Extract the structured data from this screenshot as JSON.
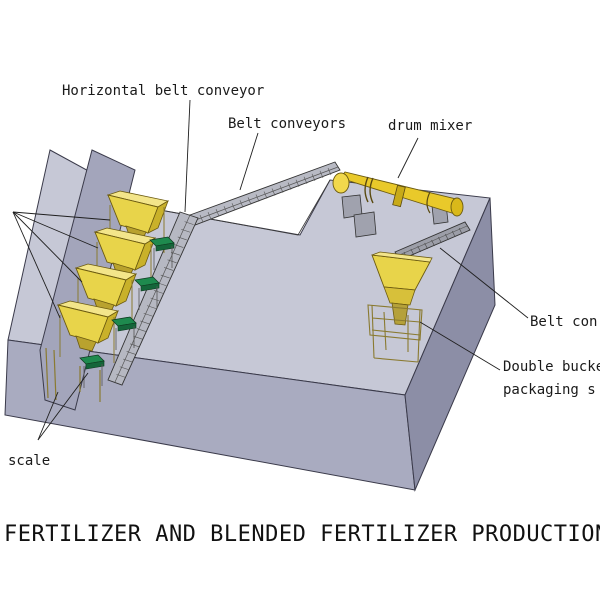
{
  "labels": {
    "horizontal_belt_conveyor": "Horizontal belt conveyor",
    "belt_conveyors": "Belt conveyors",
    "drum_mixer": "drum mixer",
    "belt_conveyor_right": "Belt con",
    "double_bucket_line1": "Double bucke",
    "double_bucket_line2": "packaging s",
    "scale": "scale"
  },
  "title": "FERTILIZER AND BLENDED FERTILIZER PRODUCTION",
  "colors": {
    "platform_top": "#c6c8d6",
    "platform_front": "#a9abc0",
    "platform_side": "#8c8ea6",
    "hopper_yellow": "#e8d44a",
    "drum_yellow": "#e9c92a",
    "scale_green": "#1e8a4e"
  }
}
